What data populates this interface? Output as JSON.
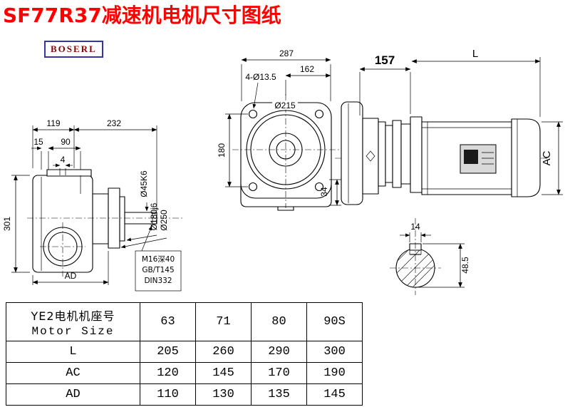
{
  "page": {
    "title": "SF77R37减速机电机尺寸图纸",
    "brand": "BOSERL"
  },
  "dims": {
    "left": {
      "w1": "119",
      "w2": "232",
      "t1": "15",
      "t2": "90",
      "t3": "4",
      "h": "301",
      "ad": "AD",
      "shaft_dia": "Ø45K6",
      "spigot_dia": "Ø180j6",
      "flange_dia": "Ø250",
      "tap_line1": "M16深40",
      "tap_line2": "GB/T145",
      "tap_line3": "DIN332"
    },
    "front": {
      "w": "287",
      "w2": "162",
      "holes": "4-Ø13.5",
      "dia": "Ø215",
      "h": "180",
      "foot": "34"
    },
    "motor": {
      "l1": "157",
      "l2": "L",
      "ac": "AC"
    },
    "shaft_end": {
      "key_w": "14",
      "key_h": "48.5"
    }
  },
  "table": {
    "header": {
      "line1": "YE2电机机座号",
      "line2": "Motor Size"
    },
    "sizes": [
      "63",
      "71",
      "80",
      "90S"
    ],
    "rows": [
      {
        "label": "L",
        "values": [
          "205",
          "260",
          "290",
          "300"
        ]
      },
      {
        "label": "AC",
        "values": [
          "120",
          "145",
          "170",
          "190"
        ]
      },
      {
        "label": "AD",
        "values": [
          "110",
          "130",
          "135",
          "145"
        ]
      }
    ]
  }
}
